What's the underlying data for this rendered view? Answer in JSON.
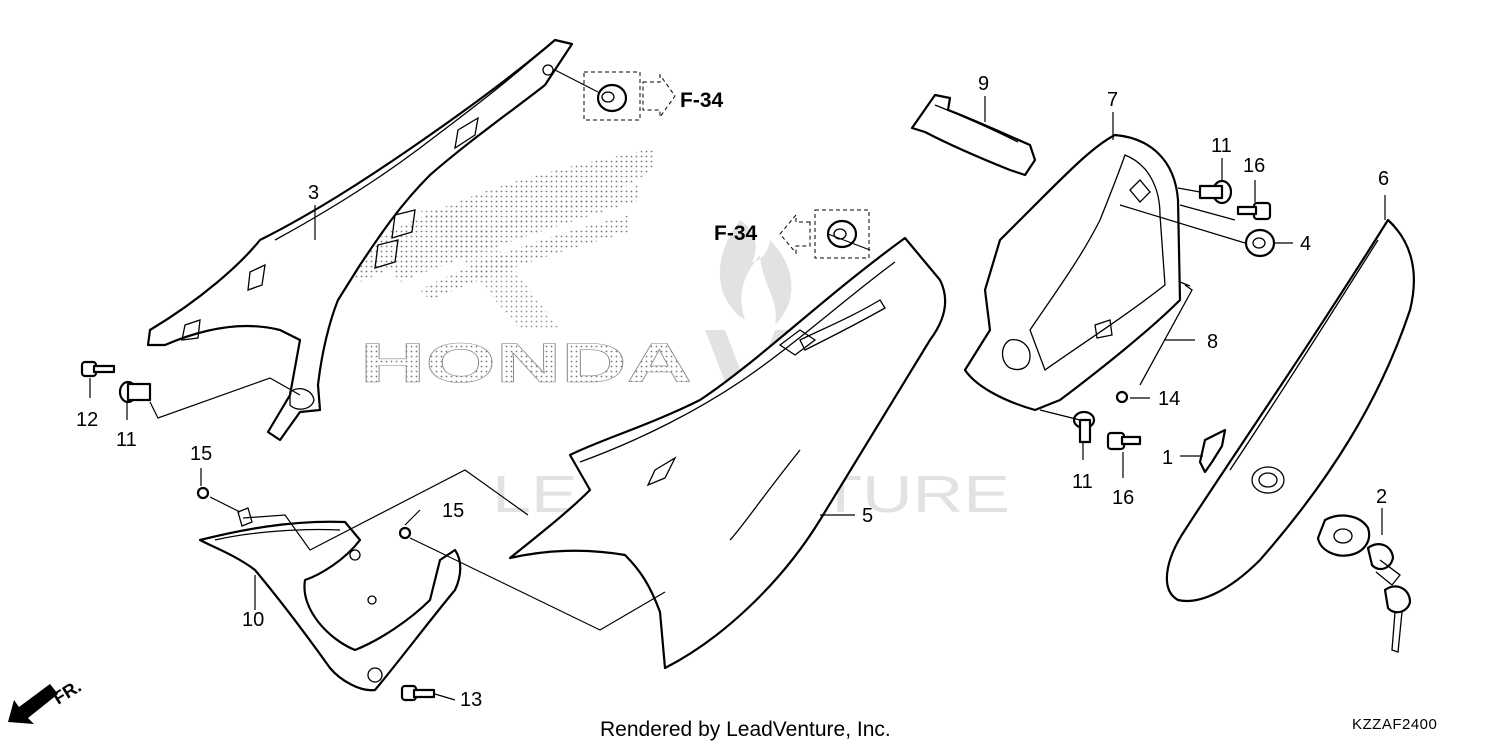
{
  "diagram": {
    "callouts": {
      "p1": "1",
      "p2": "2",
      "p3": "3",
      "p4": "4",
      "p5": "5",
      "p6": "6",
      "p7": "7",
      "p8": "8",
      "p9": "9",
      "p10": "10",
      "p11a": "11",
      "p11b": "11",
      "p11c": "11",
      "p12": "12",
      "p13": "13",
      "p14": "14",
      "p15a": "15",
      "p15b": "15",
      "p16a": "16",
      "p16b": "16"
    },
    "refs": {
      "top": "F-34",
      "mid": "F-34"
    },
    "direction": "FR.",
    "background_logo": "HONDA",
    "watermark": "LEADVENTURE"
  },
  "footer": {
    "credit": "Rendered by LeadVenture, Inc.",
    "code": "KZZAF2400"
  }
}
